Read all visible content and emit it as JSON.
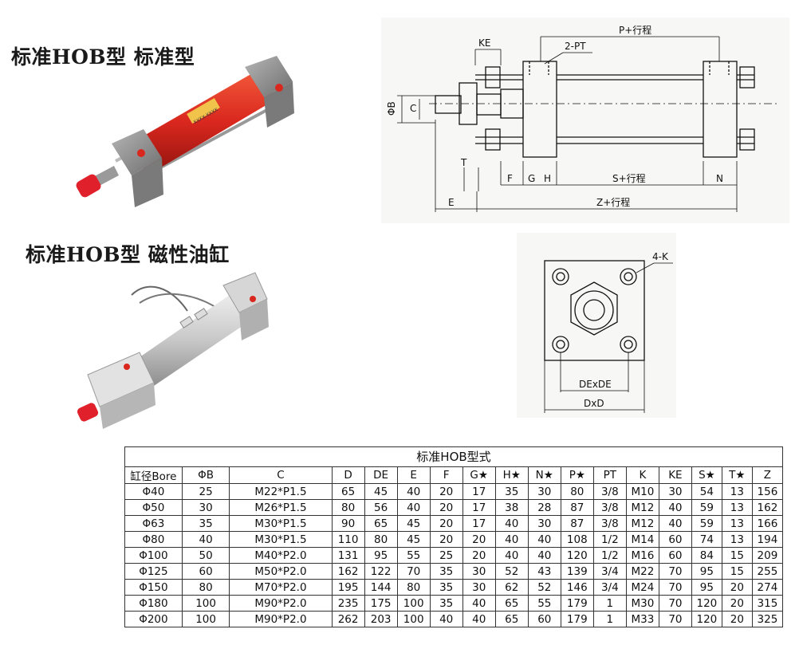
{
  "headings": {
    "standard": "标准HOB型  标准型",
    "magnetic": "标准HOB型  磁性油缸"
  },
  "photos": {
    "standard_label": "XXXX-XXXX"
  },
  "side_view": {
    "dims": {
      "KE": "KE",
      "PT": "2-PT",
      "P": "P+行程",
      "B": "ΦB",
      "C": "C",
      "T": "T",
      "F": "F",
      "G": "G",
      "H": "H",
      "S": "S+行程",
      "N": "N",
      "E": "E",
      "Z": "Z+行程"
    }
  },
  "front_view": {
    "dims": {
      "K": "4-K",
      "DE": "DExDE",
      "D": "DxD"
    }
  },
  "colors": {
    "cylinder_red": "#d9271e",
    "body_grey": "#8d8d8d",
    "rod_cap": "#e0202a",
    "drawing_bg": "#f7f7f5"
  },
  "table": {
    "title": "标准HOB型式",
    "headers": [
      "缸径Bore",
      "ΦB",
      "C",
      "D",
      "DE",
      "E",
      "F",
      "G★",
      "H★",
      "N★",
      "P★",
      "PT",
      "K",
      "KE",
      "S★",
      "T★",
      "Z"
    ],
    "rows": [
      [
        "Φ40",
        "25",
        "M22*P1.5",
        "65",
        "45",
        "40",
        "20",
        "17",
        "35",
        "30",
        "80",
        "3/8",
        "M10",
        "30",
        "54",
        "13",
        "156"
      ],
      [
        "Φ50",
        "30",
        "M26*P1.5",
        "80",
        "56",
        "40",
        "20",
        "17",
        "38",
        "28",
        "87",
        "3/8",
        "M12",
        "40",
        "59",
        "13",
        "162"
      ],
      [
        "Φ63",
        "35",
        "M30*P1.5",
        "90",
        "65",
        "45",
        "20",
        "17",
        "40",
        "30",
        "87",
        "3/8",
        "M12",
        "40",
        "59",
        "13",
        "166"
      ],
      [
        "Φ80",
        "40",
        "M30*P1.5",
        "110",
        "80",
        "45",
        "20",
        "20",
        "40",
        "40",
        "108",
        "1/2",
        "M14",
        "60",
        "74",
        "13",
        "194"
      ],
      [
        "Φ100",
        "50",
        "M40*P2.0",
        "131",
        "95",
        "55",
        "25",
        "20",
        "40",
        "40",
        "120",
        "1/2",
        "M16",
        "60",
        "84",
        "15",
        "209"
      ],
      [
        "Φ125",
        "60",
        "M50*P2.0",
        "162",
        "122",
        "70",
        "35",
        "30",
        "52",
        "43",
        "139",
        "3/4",
        "M22",
        "70",
        "95",
        "15",
        "255"
      ],
      [
        "Φ150",
        "80",
        "M70*P2.0",
        "195",
        "144",
        "80",
        "35",
        "30",
        "62",
        "52",
        "146",
        "3/4",
        "M24",
        "70",
        "95",
        "20",
        "274"
      ],
      [
        "Φ180",
        "100",
        "M90*P2.0",
        "235",
        "175",
        "100",
        "35",
        "40",
        "65",
        "55",
        "179",
        "1",
        "M30",
        "70",
        "120",
        "20",
        "315"
      ],
      [
        "Φ200",
        "100",
        "M90*P2.0",
        "262",
        "203",
        "100",
        "40",
        "40",
        "65",
        "60",
        "179",
        "1",
        "M33",
        "70",
        "120",
        "20",
        "325"
      ]
    ]
  }
}
